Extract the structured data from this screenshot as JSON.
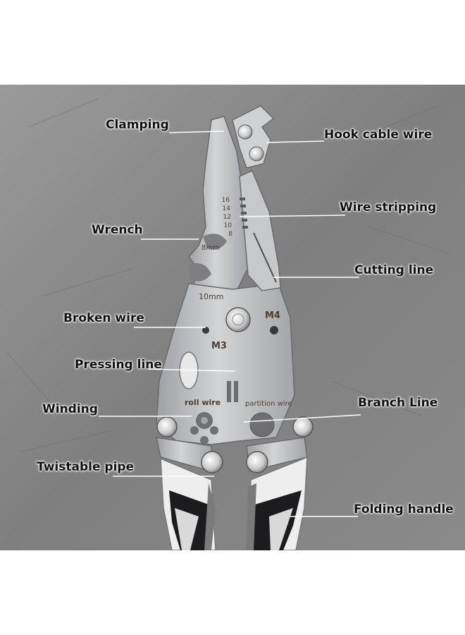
{
  "callouts": {
    "clamping": "Clamping",
    "hook_cable_wire": "Hook cable wire",
    "wire_stripping": "Wire stripping",
    "wrench": "Wrench",
    "cutting_line": "Cutting line",
    "broken_wire": "Broken wire",
    "pressing_line": "Pressing line",
    "winding": "Winding",
    "branch_line": "Branch Line",
    "twistable_pipe": "Twistable pipe",
    "folding_handle": "Folding handle"
  },
  "tool_markings": {
    "gauges": [
      "16",
      "14",
      "12",
      "10",
      "8"
    ],
    "wrench_8": "8mm",
    "wrench_10": "10mm",
    "hole_m4": "M4",
    "hole_m3": "M3",
    "roll_wire": "roll wire",
    "partition_wire": "partition wire"
  },
  "colors": {
    "background_metal": "#8d8d8d",
    "steel": "#b9babd",
    "handle_white": "#eeeeee",
    "handle_black": "#1c1c1e"
  }
}
